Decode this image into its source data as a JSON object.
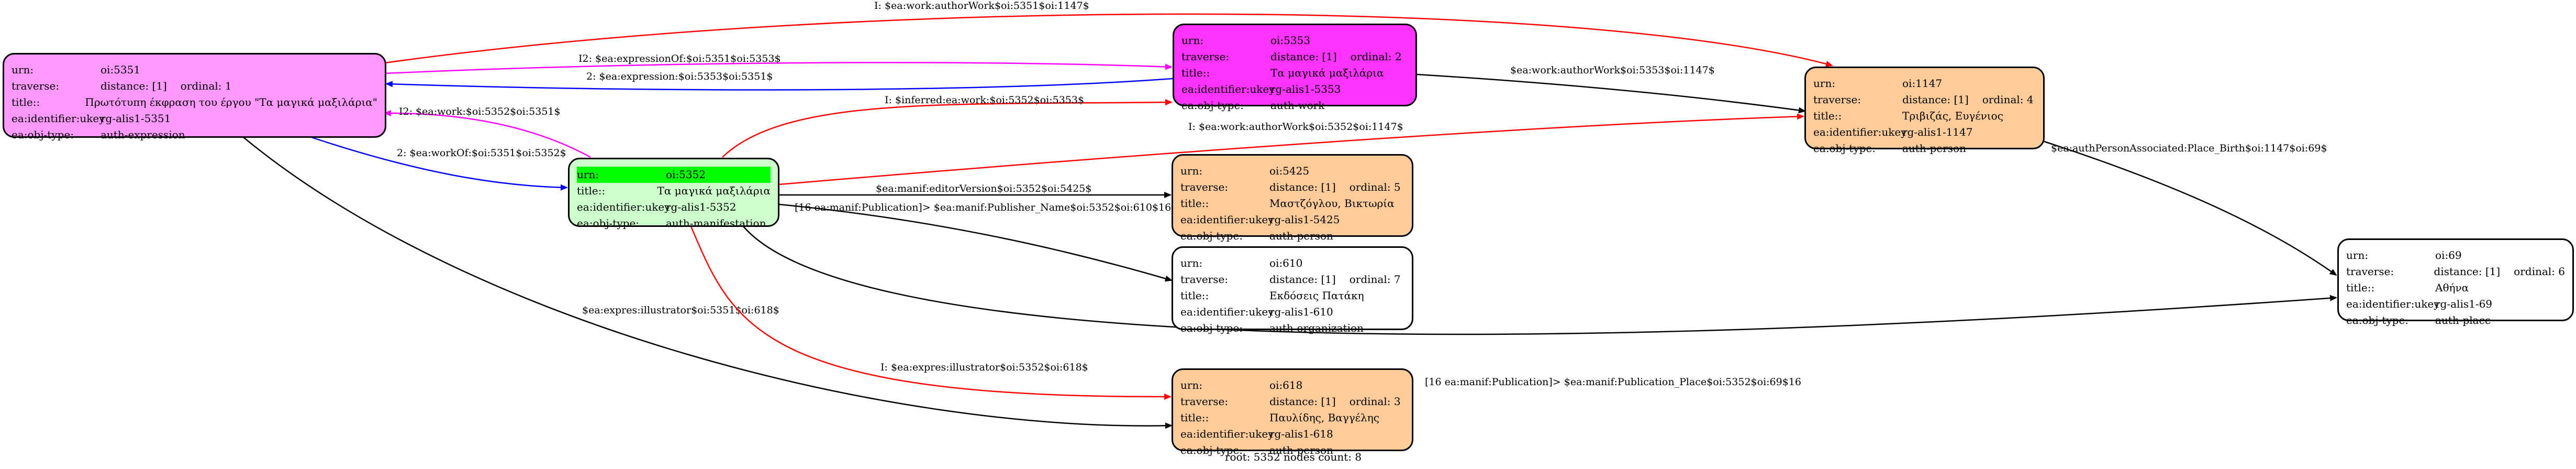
{
  "colors": {
    "expression": "#ff99ff",
    "work": "#ff33ff",
    "person": "#ffcc99",
    "manifestation": "#ccffcc",
    "plain": "#ffffff",
    "highlight": "#00ff00",
    "edge_red": "#ff0000",
    "edge_blue": "#0000ff",
    "edge_magenta": "#ff00ff",
    "edge_black": "#000000"
  },
  "nodes": {
    "oi5351": {
      "urn": "oi:5351",
      "traverse": "distance: [1]",
      "ordinal": "ordinal: 1",
      "title": "Πρωτότυπη έκφραση του έργου \"Τα μαγικά μαξιλάρια\"",
      "ukey": "rg-alis1-5351",
      "objtype": "auth-expression"
    },
    "oi5352": {
      "urn": "oi:5352",
      "title": "Τα μαγικά μαξιλάρια",
      "ukey": "rg-alis1-5352",
      "objtype": "auth-manifestation"
    },
    "oi5353": {
      "urn": "oi:5353",
      "traverse": "distance: [1]",
      "ordinal": "ordinal: 2",
      "title": "Τα μαγικά μαξιλάρια",
      "ukey": "rg-alis1-5353",
      "objtype": "auth-work"
    },
    "oi1147": {
      "urn": "oi:1147",
      "traverse": "distance: [1]",
      "ordinal": "ordinal: 4",
      "title": "Τριβιζάς, Ευγένιος",
      "ukey": "rg-alis1-1147",
      "objtype": "auth-person"
    },
    "oi5425": {
      "urn": "oi:5425",
      "traverse": "distance: [1]",
      "ordinal": "ordinal: 5",
      "title": "Μαστζόγλου, Βικτωρία",
      "ukey": "rg-alis1-5425",
      "objtype": "auth-person"
    },
    "oi610": {
      "urn": "oi:610",
      "traverse": "distance: [1]",
      "ordinal": "ordinal: 7",
      "title": "Εκδόσεις Πατάκη",
      "ukey": "rg-alis1-610",
      "objtype": "auth-organization"
    },
    "oi618": {
      "urn": "oi:618",
      "traverse": "distance: [1]",
      "ordinal": "ordinal: 3",
      "title": "Παυλίδης, Βαγγέλης",
      "ukey": "rg-alis1-618",
      "objtype": "auth-person"
    },
    "oi69": {
      "urn": "oi:69",
      "traverse": "distance: [1]",
      "ordinal": "ordinal: 6",
      "title": "Αθήνα",
      "ukey": "rg-alis1-69",
      "objtype": "auth-place"
    }
  },
  "keys": {
    "urn": "urn:",
    "traverse": "traverse:",
    "title": "title::",
    "ukey": "ea:identifier:ukey",
    "objtype": "ea:obj-type:"
  },
  "edges": {
    "e1": "I: $ea:work:authorWork$oi:5351$oi:1147$",
    "e2": "I2: $ea:expressionOf:$oi:5351$oi:5353$",
    "e3": "2: $ea:expression:$oi:5353$oi:5351$",
    "e4": "$ea:work:authorWork$oi:5353$oi:1147$",
    "e5": "I2: $ea:work:$oi:5352$oi:5351$",
    "e6": "I: $inferred:ea:work:$oi:5352$oi:5353$",
    "e7": "I: $ea:work:authorWork$oi:5352$oi:1147$",
    "e8": "2: $ea:workOf:$oi:5351$oi:5352$",
    "e9": "$ea:authPersonAssociated:Place_Birth$oi:1147$oi:69$",
    "e10": "$ea:manif:editorVersion$oi:5352$oi:5425$",
    "e11": "[16 ea:manif:Publication]> $ea:manif:Publisher_Name$oi:5352$oi:610$16",
    "e12": "$ea:expres:illustrator$oi:5351$oi:618$",
    "e13": "I: $ea:expres:illustrator$oi:5352$oi:618$",
    "e14": "[16 ea:manif:Publication]> $ea:manif:Publication_Place$oi:5352$oi:69$16"
  },
  "footer": "root: 5352 nodes count: 8"
}
